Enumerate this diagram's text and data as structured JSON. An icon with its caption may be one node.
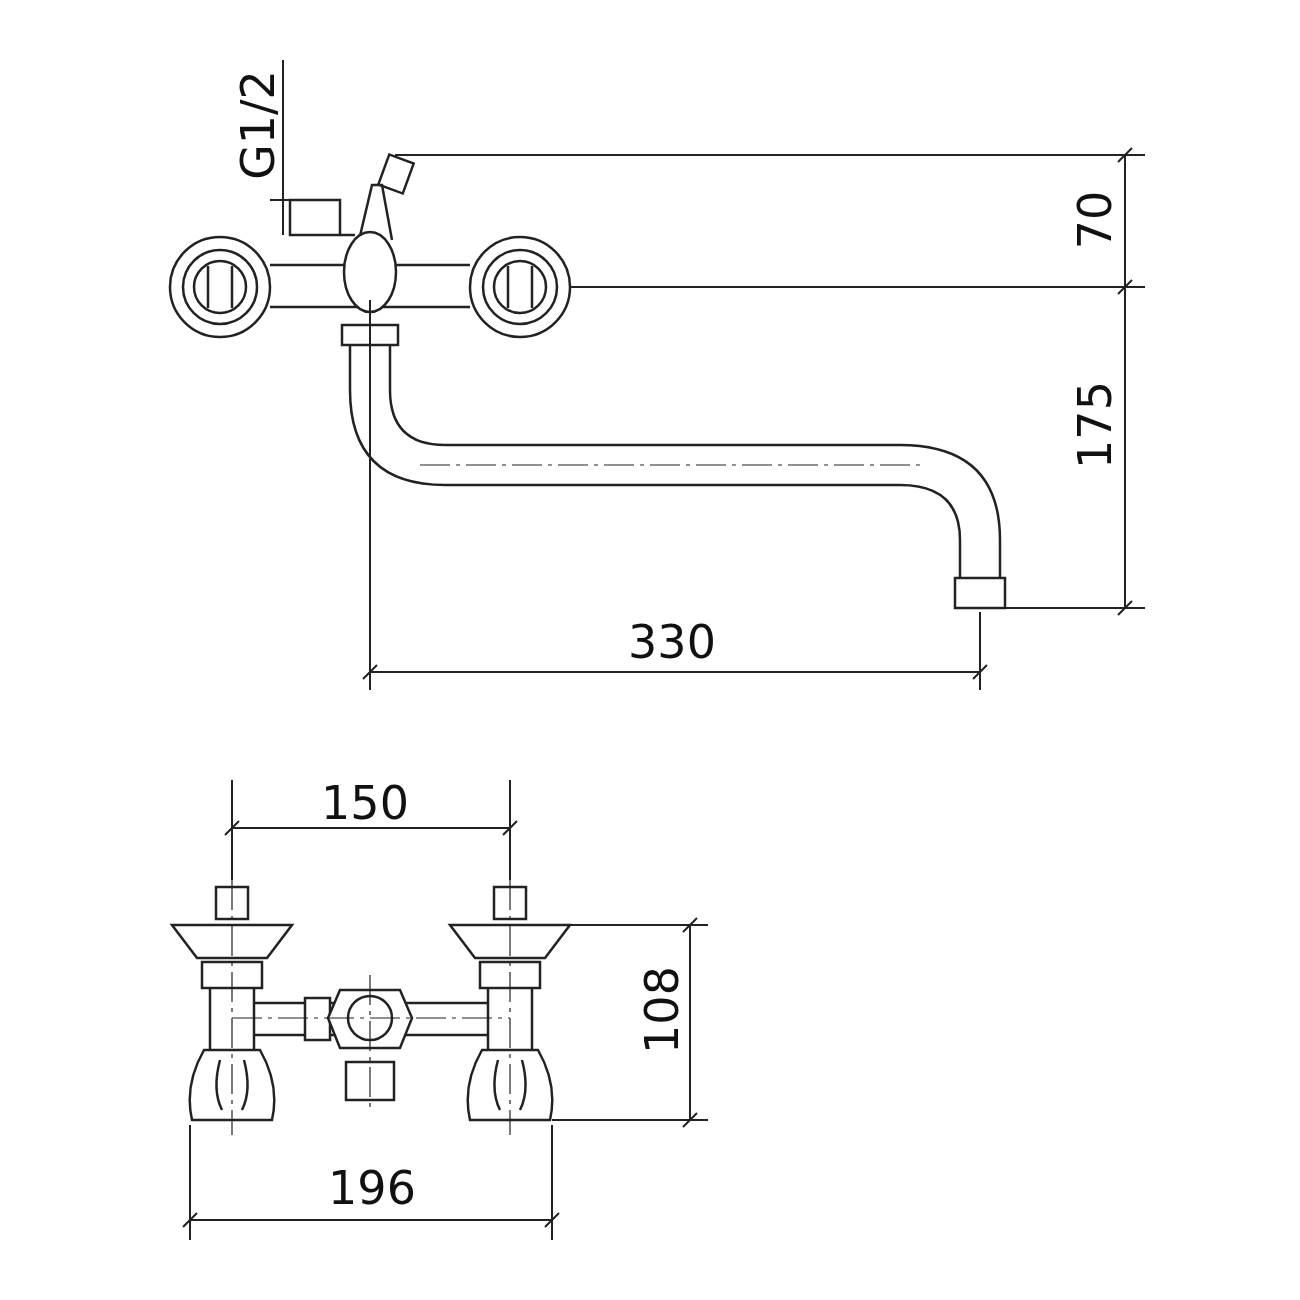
{
  "diagram": {
    "labels": [
      "G1/2",
      "70",
      "175",
      "330",
      "150",
      "108",
      "196"
    ]
  }
}
